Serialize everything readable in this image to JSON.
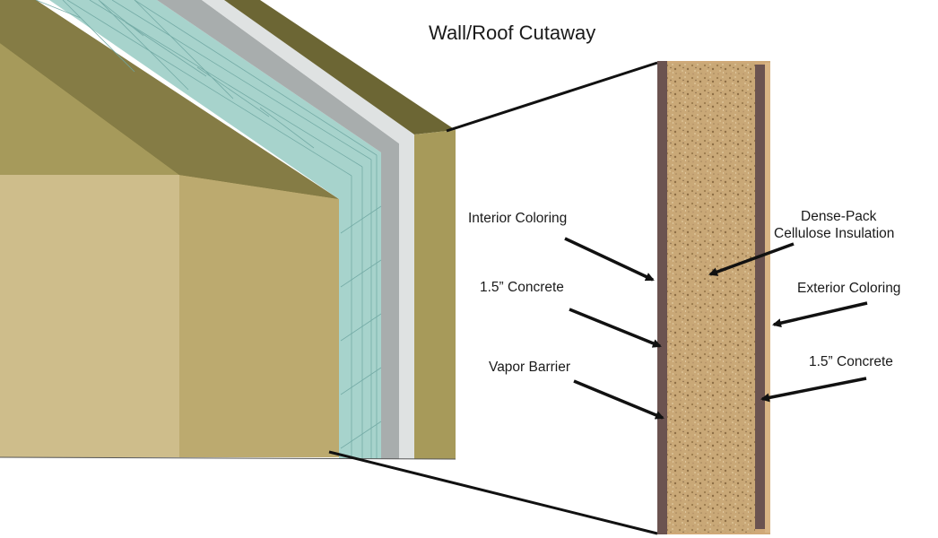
{
  "title": "Wall/Roof Cutaway",
  "labels": {
    "interior_coloring": "Interior Coloring",
    "concrete_inner": "1.5” Concrete",
    "vapor_barrier": "Vapor Barrier",
    "insulation_line1": "Dense-Pack",
    "insulation_line2": "Cellulose Insulation",
    "exterior_coloring": "Exterior Coloring",
    "concrete_outer": "1.5” Concrete"
  },
  "colors": {
    "wall_light": "#cdbb8a",
    "wall_mid": "#bba96f",
    "roof_dark": "#6f6a35",
    "roof_mid": "#827a45",
    "edge_olive": "#a99b5c",
    "insulation": "#a6d2cb",
    "concrete_grey": "#a9aeae",
    "concrete_light": "#d9dcdc",
    "section_fill": "#c7a574",
    "section_board": "#6b5350"
  }
}
